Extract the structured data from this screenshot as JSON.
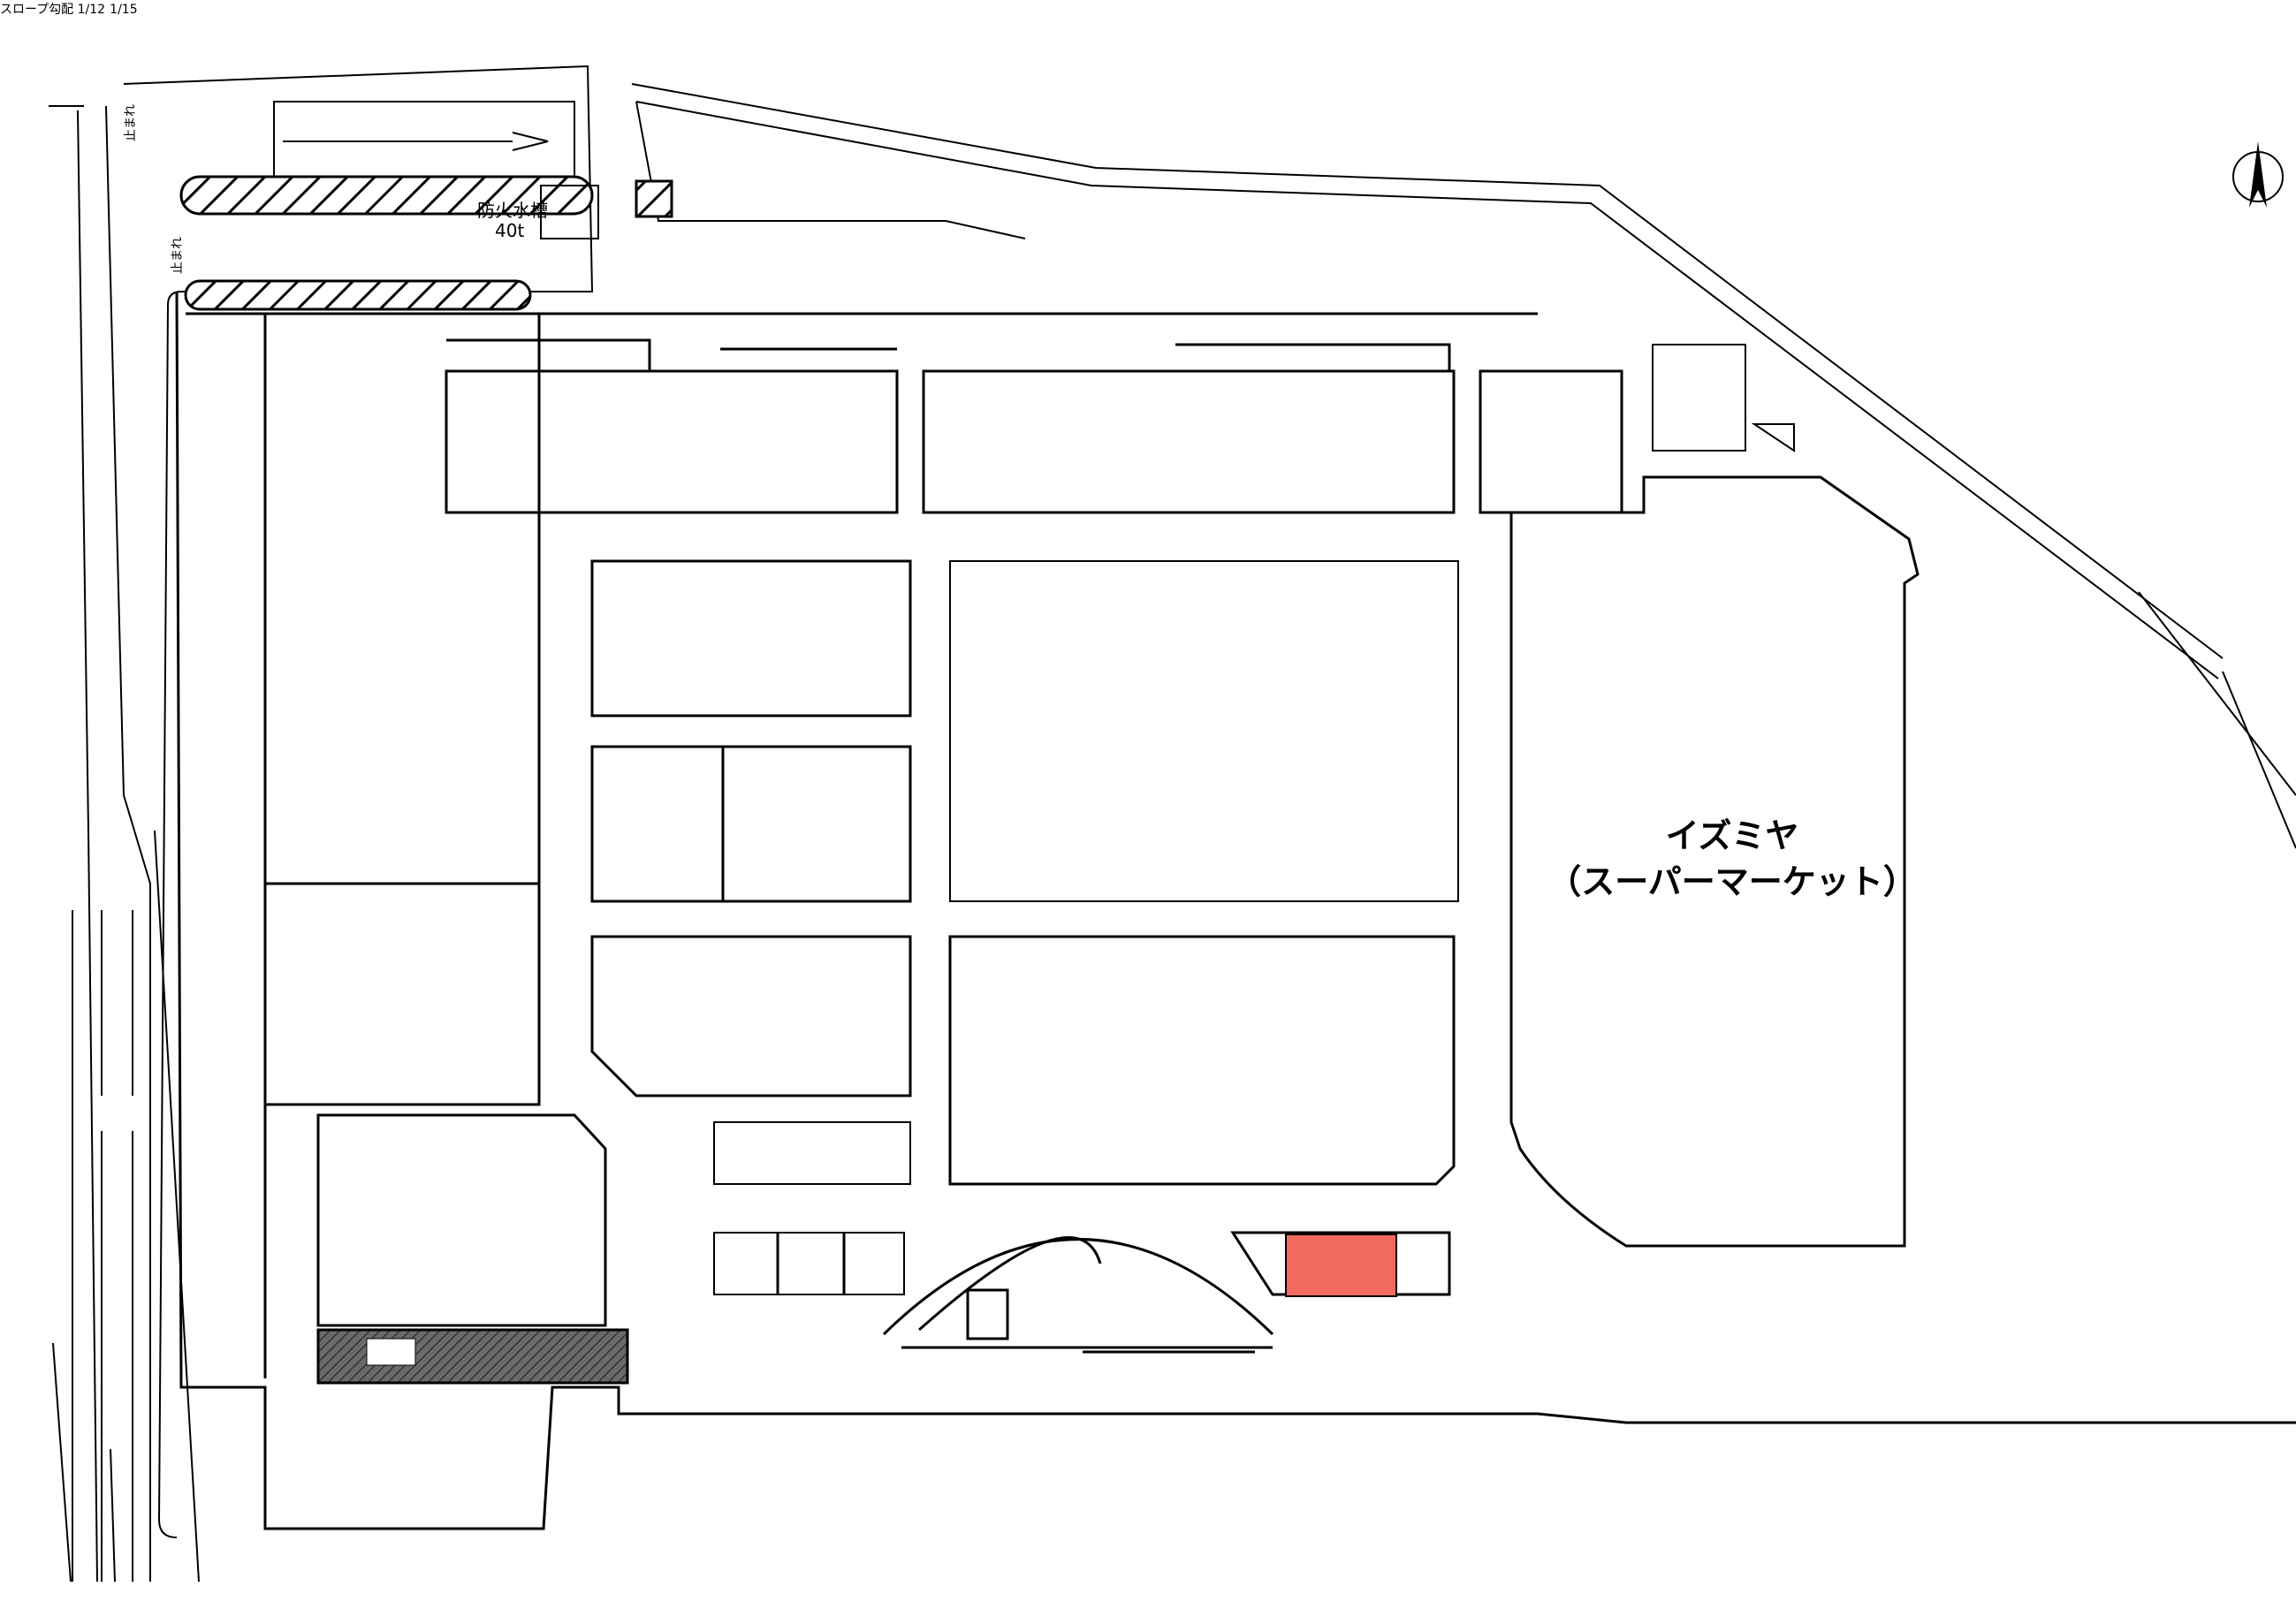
{
  "map": {
    "store_name": "イズミヤ",
    "store_type": "（スーパーマーケット）",
    "fire_tank_label": "防火水槽",
    "fire_tank_capacity": "40t",
    "slope_label": "スロープ勾配 1/12",
    "ramp_ratio": "1/15",
    "stop_label": "止まれ",
    "colors": {
      "highlight": "#f26a5e",
      "entrance_marker": "#ee1c1c",
      "line": "#000000"
    },
    "entrance_markers": [
      {
        "id": "west-entrance",
        "icon": "entrance-triangle-icon"
      },
      {
        "id": "east-entrance",
        "icon": "entrance-triangle-icon"
      }
    ],
    "icons": {
      "north_arrow": "north-arrow-icon",
      "bicycle_parking": "bicycle-icon"
    }
  }
}
